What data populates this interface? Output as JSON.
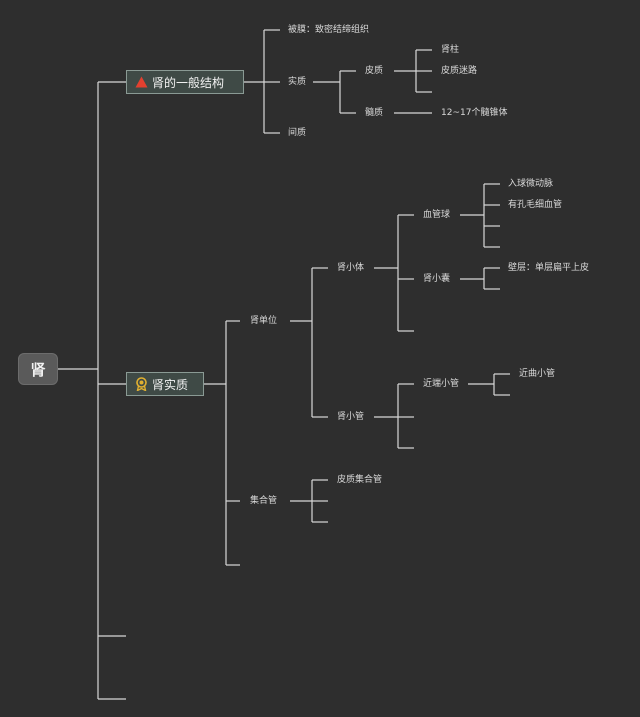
{
  "root": {
    "label": "肾"
  },
  "topics": {
    "structure": {
      "label": "肾的一般结构",
      "icon": "warning-triangle-icon",
      "icon_color": "#e2402f"
    },
    "parenchyma": {
      "label": "肾实质",
      "icon": "medal-icon",
      "icon_color": "#e0b030"
    }
  },
  "structure_nodes": {
    "capsule": "被膜：致密结缔组织",
    "substance": "实质",
    "cortex": "皮质",
    "renal_column": "肾柱",
    "cortical_labyrinth": "皮质迷路",
    "medulla": "髓质",
    "pyramids": "12~17个髓锥体",
    "interstitium": "间质"
  },
  "parenchyma_nodes": {
    "nephron": "肾单位",
    "renal_corpuscle": "肾小体",
    "glomerulus": "血管球",
    "afferent": "入球微动脉",
    "fenestrated": "有孔毛细血管",
    "capsule_bowman": "肾小囊",
    "parietal": "壁层：单层扁平上皮",
    "tubule": "肾小管",
    "proximal": "近端小管",
    "proximal_convoluted": "近曲小管",
    "collecting": "集合管",
    "cortical_collecting": "皮质集合管"
  }
}
